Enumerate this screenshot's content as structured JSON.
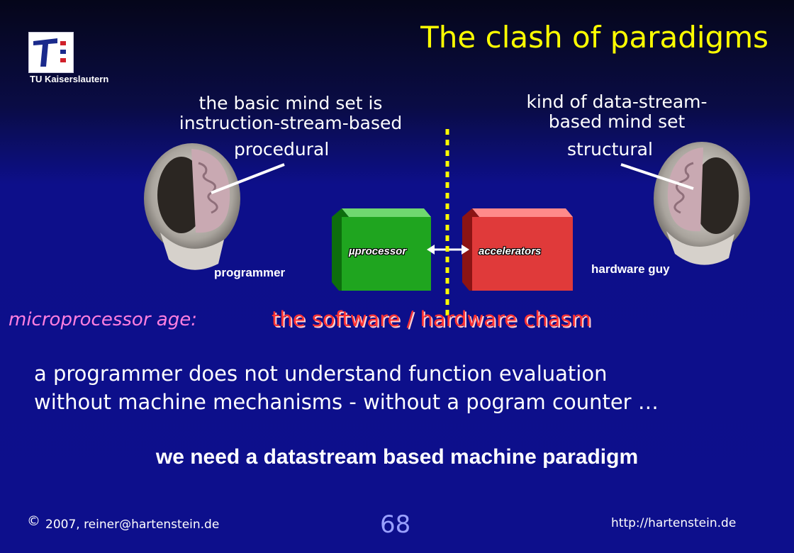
{
  "slide": {
    "title": "The clash of paradigms",
    "logo_caption": "TU Kaiserslautern",
    "left": {
      "line1": "the basic mind set is",
      "line2": "instruction-stream-based",
      "paradigm": "procedural",
      "person": "programmer"
    },
    "right": {
      "line1": "kind of data-stream-",
      "line2": "based mind set",
      "paradigm": "structural",
      "person": "hardware guy"
    },
    "boxes": {
      "processor_label": "µprocessor",
      "accelerators_label": "accelerators",
      "processor_color": "#1fa51f",
      "accelerators_color": "#e03a3a"
    },
    "age_label": "microprocessor age:",
    "chasm_label": "the software / hardware chasm",
    "body_line1": "a  programmer does not understand function evaluation",
    "body_line2": "without machine mechanisms - without a pogram counter …",
    "conclusion": "we need a datastream based machine paradigm",
    "footer": {
      "copyright_symbol": "©",
      "left": "2007, reiner@hartenstein.de",
      "page_number": "68",
      "right": "http://hartenstein.de"
    },
    "colors": {
      "title": "#ffff00",
      "background": "#0d0f8c",
      "age": "#ff7fe0",
      "chasm": "#ff3030",
      "divider": "#ffff00"
    }
  }
}
